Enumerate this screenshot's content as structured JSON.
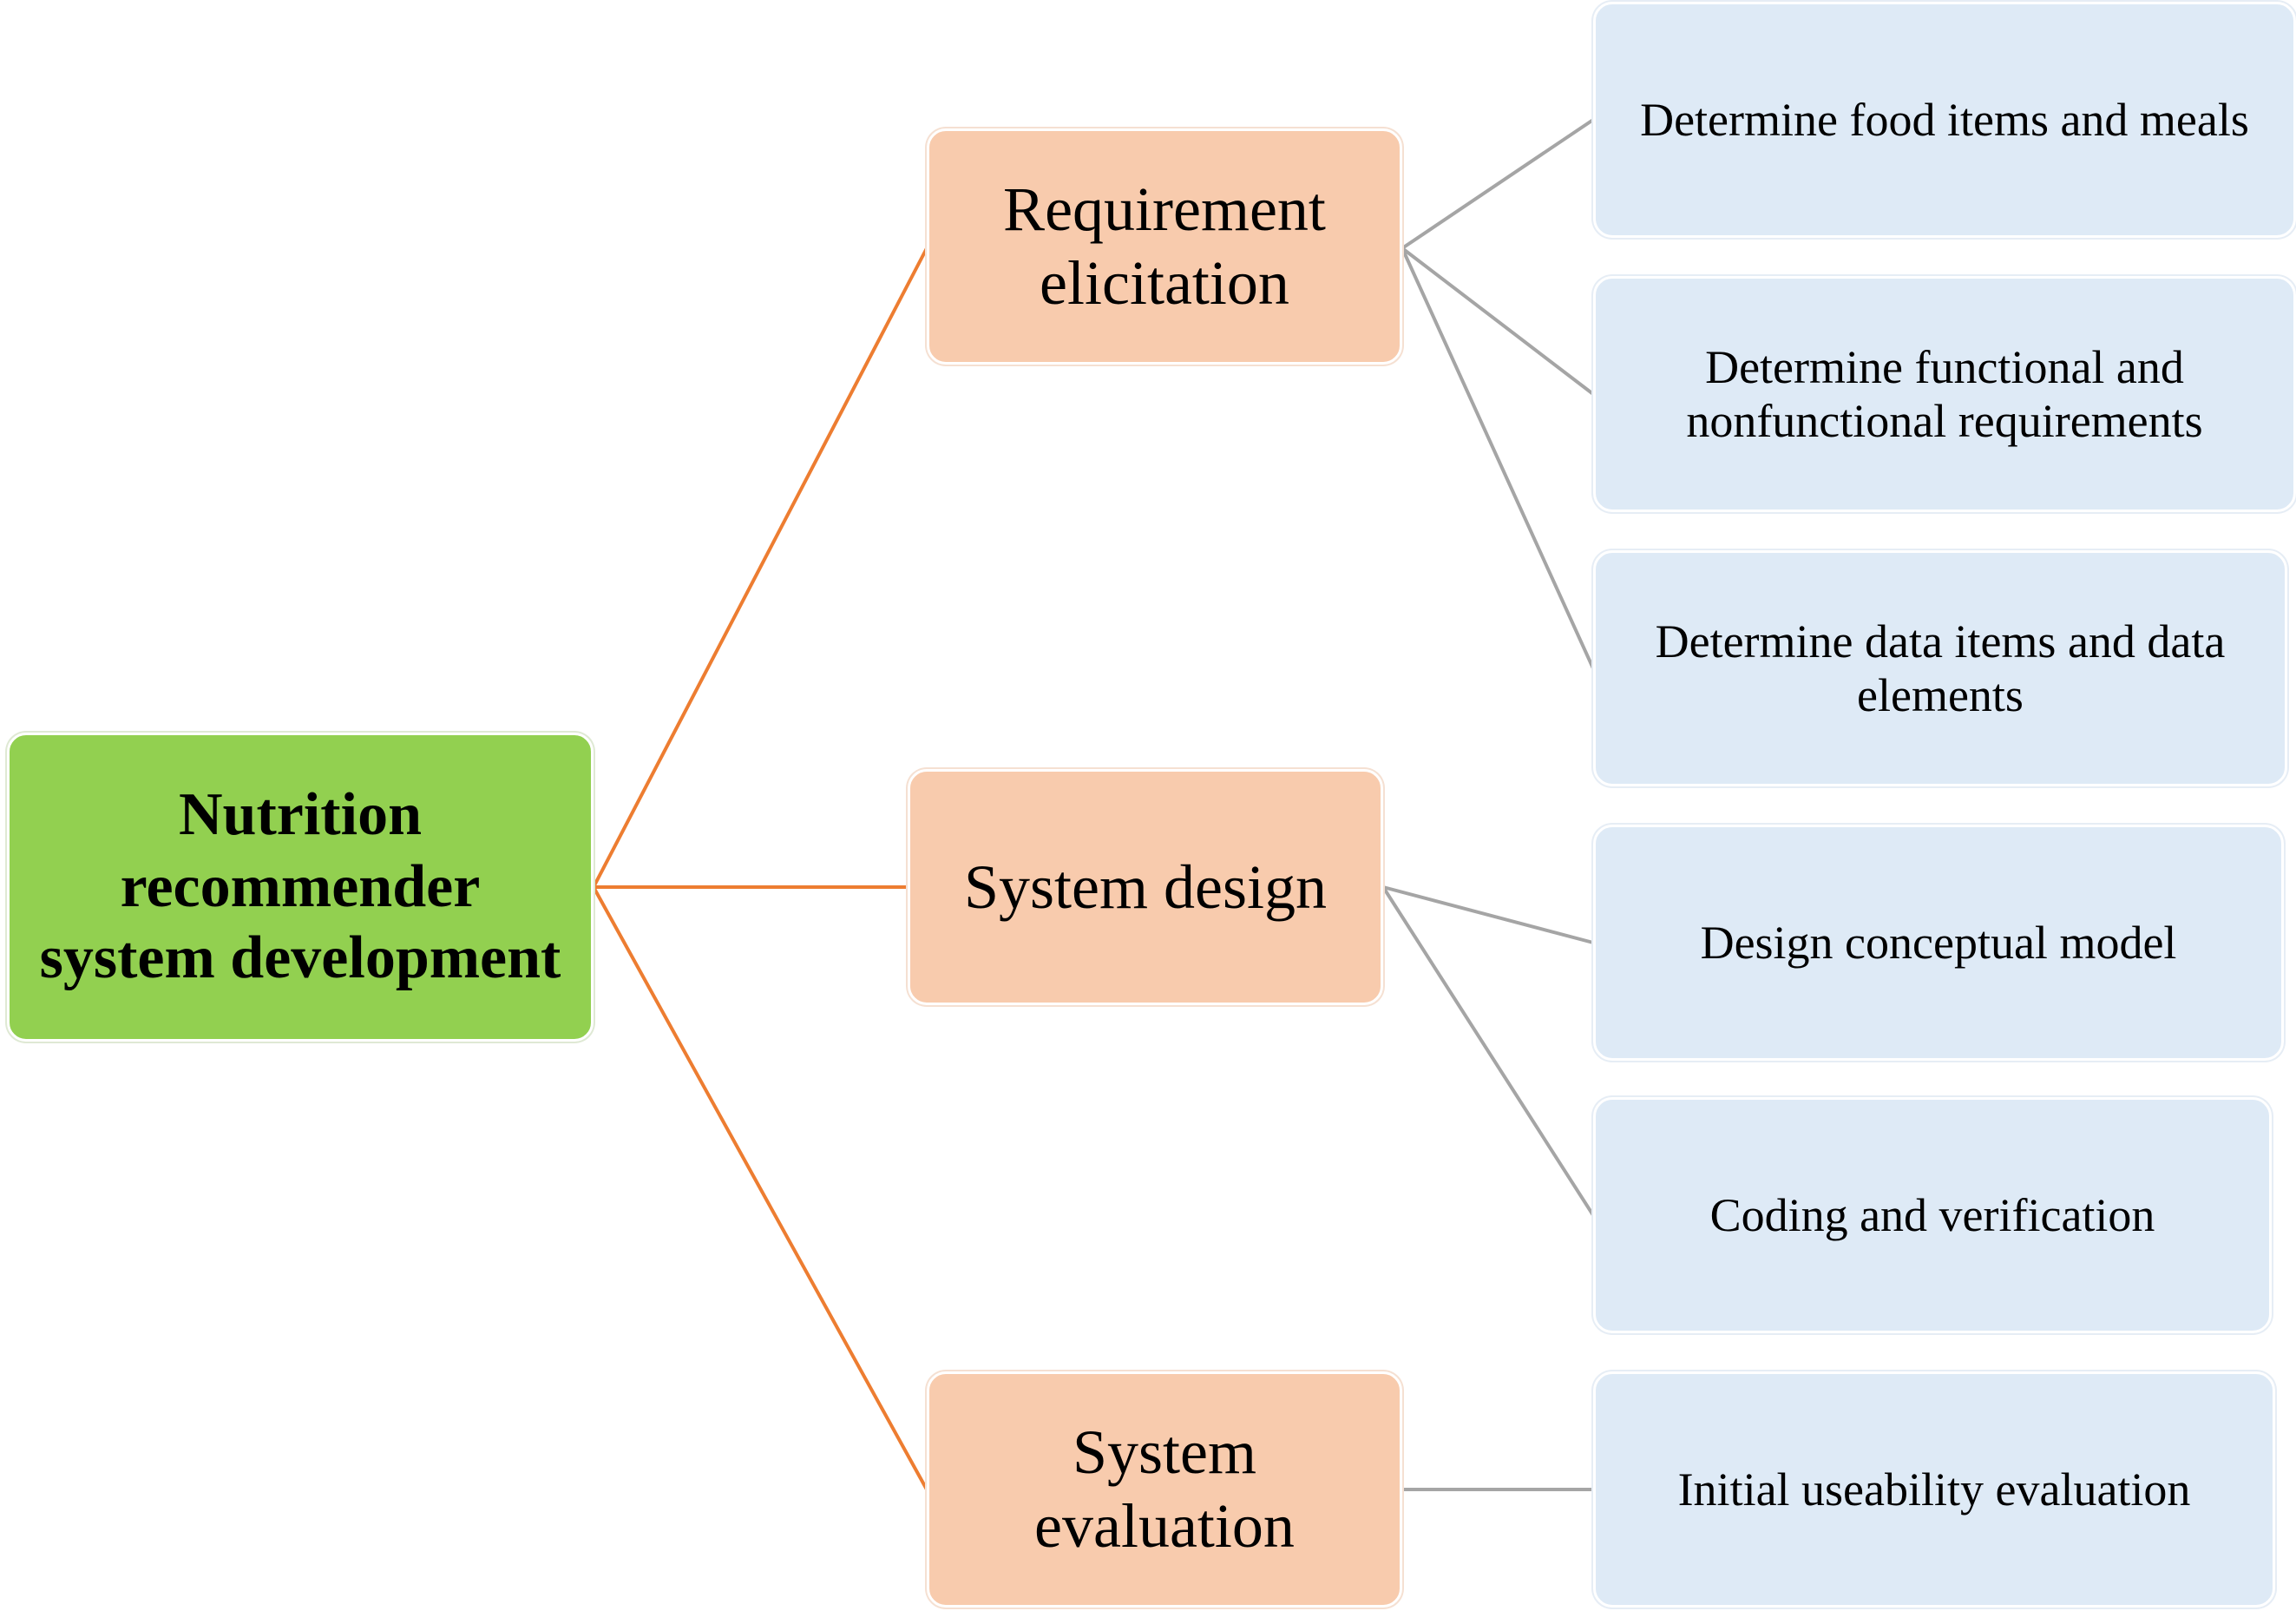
{
  "colors": {
    "root_fill": "#92d050",
    "phase_fill": "#f8cbad",
    "task_fill": "#deeaf6",
    "root_connector": "#ed7d31",
    "task_connector": "#a5a5a5"
  },
  "root": {
    "label_lines": [
      "Nutrition",
      "recommender",
      "system development"
    ]
  },
  "phases": [
    {
      "label_lines": [
        "Requirement",
        "elicitation"
      ],
      "tasks": [
        {
          "label_lines": [
            "Determine food items and meals"
          ]
        },
        {
          "label_lines": [
            "Determine functional and",
            "nonfunctional requirements"
          ]
        },
        {
          "label_lines": [
            "Determine data items and data",
            "elements"
          ]
        }
      ]
    },
    {
      "label_lines": [
        "System design"
      ],
      "tasks": [
        {
          "label_lines": [
            "Design conceptual model"
          ]
        },
        {
          "label_lines": [
            "Coding and verification"
          ]
        }
      ]
    },
    {
      "label_lines": [
        "System",
        "evaluation"
      ],
      "tasks": [
        {
          "label_lines": [
            "Initial useability evaluation"
          ]
        }
      ]
    }
  ]
}
